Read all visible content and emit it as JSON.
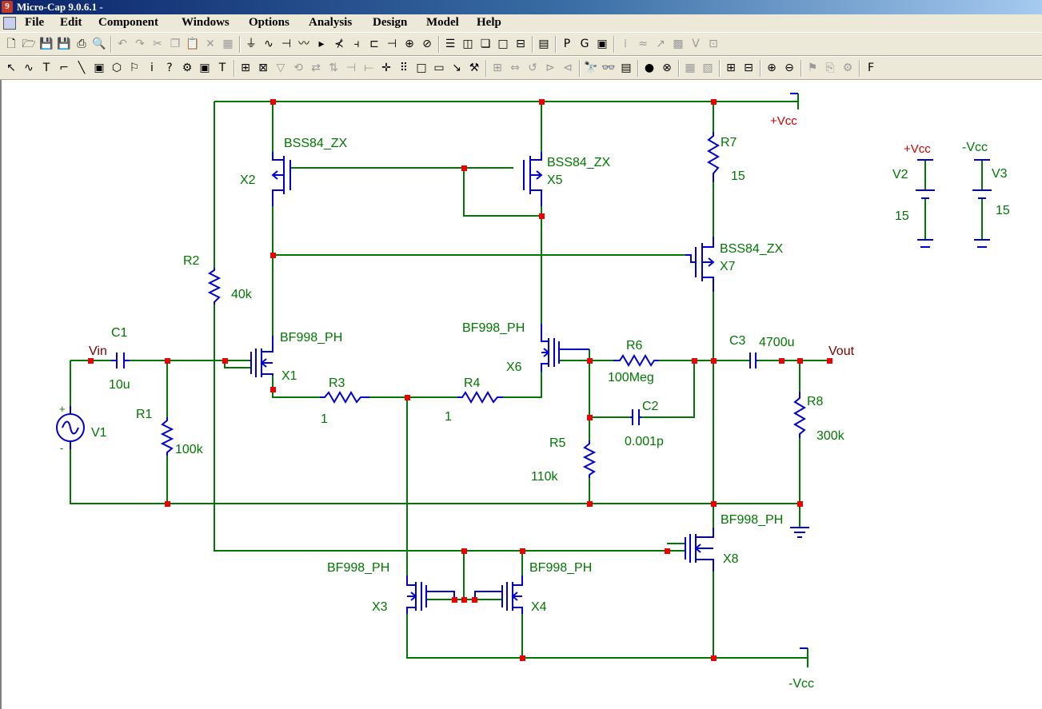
{
  "window": {
    "title": "Micro-Cap 9.0.6.1 -"
  },
  "menu": [
    "File",
    "Edit",
    "Component",
    "Windows",
    "Options",
    "Analysis",
    "Design",
    "Model",
    "Help"
  ],
  "toolbar1": [
    {
      "icon": "new-file-icon",
      "glyph": "🗋"
    },
    {
      "icon": "open-folder-icon",
      "glyph": "🗁"
    },
    {
      "icon": "save-icon",
      "glyph": "💾"
    },
    {
      "icon": "save-all-icon",
      "glyph": "💾"
    },
    {
      "icon": "print-icon",
      "glyph": "⎙"
    },
    {
      "icon": "print-preview-icon",
      "glyph": "🔍"
    },
    {
      "icon": "undo-icon",
      "glyph": "↶"
    },
    {
      "icon": "redo-icon",
      "glyph": "↷"
    },
    {
      "icon": "cut-icon",
      "glyph": "✂"
    },
    {
      "icon": "copy-icon",
      "glyph": "❐"
    },
    {
      "icon": "paste-icon",
      "glyph": "📋"
    },
    {
      "icon": "delete-icon",
      "glyph": "✕"
    },
    {
      "icon": "select-all-icon",
      "glyph": "▦"
    },
    {
      "icon": "ground-icon",
      "glyph": "⏚"
    },
    {
      "icon": "resistor-icon",
      "glyph": "∿"
    },
    {
      "icon": "capacitor-icon",
      "glyph": "⊣"
    },
    {
      "icon": "inductor-icon",
      "glyph": "〰"
    },
    {
      "icon": "diode-icon",
      "glyph": "▸"
    },
    {
      "icon": "npn-icon",
      "glyph": "⊀"
    },
    {
      "icon": "mosfet-icon",
      "glyph": "⫞"
    },
    {
      "icon": "battery-icon",
      "glyph": "⊏"
    },
    {
      "icon": "source-icon",
      "glyph": "⊣"
    },
    {
      "icon": "current-source-icon",
      "glyph": "⊕"
    },
    {
      "icon": "switch-icon",
      "glyph": "⊘"
    },
    {
      "icon": "tile-horizontal-icon",
      "glyph": "☰"
    },
    {
      "icon": "tile-vertical-icon",
      "glyph": "◫"
    },
    {
      "icon": "cascade-icon",
      "glyph": "❏"
    },
    {
      "icon": "window-icon",
      "glyph": "□"
    },
    {
      "icon": "split-icon",
      "glyph": "⊟"
    },
    {
      "icon": "calculator-icon",
      "glyph": "▤"
    },
    {
      "icon": "page-icon",
      "glyph": "P"
    },
    {
      "icon": "grid-icon",
      "glyph": "G"
    },
    {
      "icon": "component-panel-icon",
      "glyph": "▣"
    },
    {
      "icon": "grid-text-icon",
      "glyph": "⁞"
    },
    {
      "icon": "waveform-icon",
      "glyph": "≈"
    },
    {
      "icon": "probe-icon",
      "glyph": "↗"
    },
    {
      "icon": "stepping-icon",
      "glyph": "▩"
    },
    {
      "icon": "vd-icon",
      "glyph": "V"
    },
    {
      "icon": "plot-icon",
      "glyph": "⊡"
    }
  ],
  "toolbar2": [
    {
      "icon": "select-arrow-icon",
      "glyph": "↖"
    },
    {
      "icon": "wire-mode-icon",
      "glyph": "∿"
    },
    {
      "icon": "text-mode-icon",
      "glyph": "T"
    },
    {
      "icon": "wire-icon",
      "glyph": "⌐"
    },
    {
      "icon": "line-icon",
      "glyph": "╲"
    },
    {
      "icon": "info-icon",
      "glyph": "▣"
    },
    {
      "icon": "shapes-icon",
      "glyph": "⬡"
    },
    {
      "icon": "flag-icon",
      "glyph": "⚐"
    },
    {
      "icon": "info-i-icon",
      "glyph": "i"
    },
    {
      "icon": "help-icon",
      "glyph": "?"
    },
    {
      "icon": "attribute-icon",
      "glyph": "⚙"
    },
    {
      "icon": "node-numbers-icon",
      "glyph": "▣"
    },
    {
      "icon": "text-toggle-icon",
      "glyph": "T"
    },
    {
      "icon": "pin-names-icon",
      "glyph": "⊞"
    },
    {
      "icon": "pin-connections-icon",
      "glyph": "⊠"
    },
    {
      "icon": "filter-icon",
      "glyph": "▽"
    },
    {
      "icon": "rotate-icon",
      "glyph": "⟲"
    },
    {
      "icon": "flip-x-icon",
      "glyph": "⇄"
    },
    {
      "icon": "flip-y-icon",
      "glyph": "⇅"
    },
    {
      "icon": "mirror-icon",
      "glyph": "⊣"
    },
    {
      "icon": "bus-icon",
      "glyph": "⟝"
    },
    {
      "icon": "plus-cross-icon",
      "glyph": "✛"
    },
    {
      "icon": "dotted-grid-icon",
      "glyph": "⠿"
    },
    {
      "icon": "rectangle-icon",
      "glyph": "□"
    },
    {
      "icon": "frame-icon",
      "glyph": "▭"
    },
    {
      "icon": "cursor-icon",
      "glyph": "↘"
    },
    {
      "icon": "properties-icon",
      "glyph": "⚒"
    },
    {
      "icon": "align-icon",
      "glyph": "⊞"
    },
    {
      "icon": "expand-icon",
      "glyph": "⇔"
    },
    {
      "icon": "rotate-left-icon",
      "glyph": "↺"
    },
    {
      "icon": "step-icon",
      "glyph": "⊳"
    },
    {
      "icon": "mirror2-icon",
      "glyph": "⊲"
    },
    {
      "icon": "find-icon",
      "glyph": "🔭"
    },
    {
      "icon": "binoculars-icon",
      "glyph": "👓"
    },
    {
      "icon": "monitor-icon",
      "glyph": "▤"
    },
    {
      "icon": "stop-icon",
      "glyph": "●"
    },
    {
      "icon": "cancel-icon",
      "glyph": "⊗"
    },
    {
      "icon": "group-icon",
      "glyph": "▦"
    },
    {
      "icon": "ungroup-icon",
      "glyph": "▧"
    },
    {
      "icon": "page-add-icon",
      "glyph": "⊞"
    },
    {
      "icon": "page-remove-icon",
      "glyph": "⊟"
    },
    {
      "icon": "zoom-in-icon",
      "glyph": "⊕"
    },
    {
      "icon": "zoom-out-icon",
      "glyph": "⊖"
    },
    {
      "icon": "flag2-icon",
      "glyph": "⚑"
    },
    {
      "icon": "camera-icon",
      "glyph": "⎘"
    },
    {
      "icon": "gear-icon",
      "glyph": "⚙"
    },
    {
      "icon": "function-icon",
      "glyph": "F"
    }
  ],
  "schematic": {
    "colors": {
      "wire": "#007700",
      "component": "#0000cc",
      "node": "#ee0000",
      "label": "#007700",
      "net": "#cc0000"
    },
    "nets": {
      "vcc_pos": "+Vcc",
      "vcc_neg": "-Vcc",
      "vin": "Vin",
      "vout": "Vout"
    },
    "components": {
      "C1": {
        "name": "C1",
        "value": "10u"
      },
      "C2": {
        "name": "C2",
        "value": "0.001p"
      },
      "C3": {
        "name": "C3",
        "value": "4700u"
      },
      "R1": {
        "name": "R1",
        "value": "100k"
      },
      "R2": {
        "name": "R2",
        "value": "40k"
      },
      "R3": {
        "name": "R3",
        "value": "1"
      },
      "R4": {
        "name": "R4",
        "value": "1"
      },
      "R5": {
        "name": "R5",
        "value": "110k"
      },
      "R6": {
        "name": "R6",
        "value": "100Meg"
      },
      "R7": {
        "name": "R7",
        "value": "15"
      },
      "R8": {
        "name": "R8",
        "value": "300k"
      },
      "V1": {
        "name": "V1"
      },
      "V2": {
        "name": "V2",
        "value": "15"
      },
      "V3": {
        "name": "V3",
        "value": "15"
      },
      "X1": {
        "name": "X1",
        "model": "BF998_PH"
      },
      "X2": {
        "name": "X2",
        "model": "BSS84_ZX"
      },
      "X3": {
        "name": "X3",
        "model": "BF998_PH"
      },
      "X4": {
        "name": "X4",
        "model": "BF998_PH"
      },
      "X5": {
        "name": "X5",
        "model": "BSS84_ZX"
      },
      "X6": {
        "name": "X6",
        "model": "BF998_PH"
      },
      "X7": {
        "name": "X7",
        "model": "BSS84_ZX"
      },
      "X8": {
        "name": "X8",
        "model": "BF998_PH"
      }
    },
    "polarity": {
      "plus": "+",
      "minus": "-"
    }
  }
}
